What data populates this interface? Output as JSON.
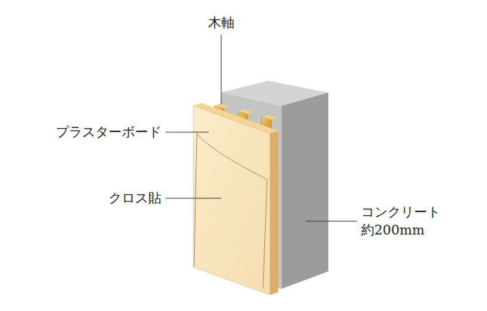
{
  "diagram": {
    "labels": [
      "木軸",
      "プラスターボード",
      "クロス貼",
      "コンクリート 約200mm"
    ]
  }
}
